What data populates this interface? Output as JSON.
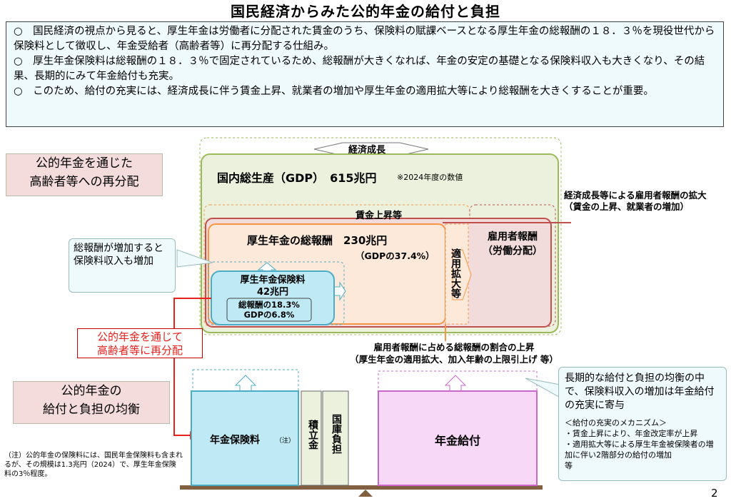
{
  "title": "国民経済からみた公的年金の給付と負担",
  "bullets": [
    "○　国民経済の視点から見ると、厚生年金は労働者に分配された賃金のうち、保険料の賦課ベースとなる厚生年金の総報酬の１８．３％を現役世代から保険料として徴収し、年金受給者（高齢者等）に再分配する仕組み。",
    "○　厚生年金保険料は総報酬の１８．３％で固定されているため、総報酬が大きくなれば、年金の安定の基礎となる保険料収入も大きくなり、その結果、長期的にみて年金給付も充実。",
    "○　このため、給付の充実には、経済成長に伴う賃金上昇、就業者の増加や厚生年金の適用拡大等により総報酬を大きくすることが重要。"
  ],
  "left_labels": {
    "redistribution": [
      "公的年金を通じた",
      "高齢者等への再分配"
    ],
    "balance": [
      "公的年金の",
      "給付と負担の均衡"
    ]
  },
  "diagram": {
    "growth_label": "経済成長",
    "gdp_label": "国内総生産（GDP）　615兆円",
    "gdp_note": "※2024年度の数値",
    "growth_expansion": [
      "経済成長等による雇用者報酬の拡大",
      "（賃金の上昇、就業者の増加）"
    ],
    "wage_rise": "賃金上昇等",
    "total_comp": "厚生年金の総報酬　230兆円",
    "total_comp_pct": "（GDPの37.4%）",
    "coverage": "適用拡大等",
    "employee_comp": [
      "雇用者報酬",
      "（労働分配）"
    ],
    "premium_title": "厚生年金保険料",
    "premium_amount": "42兆円",
    "premium_pct1": "総報酬の18.3%",
    "premium_pct2": "GDPの6.8%",
    "callout_increase": "総報酬が増加すると保険料収入も増加",
    "ratio_rise": [
      "雇用者報酬に占める総報酬の割合の上昇",
      "（厚生年金の適用拡大、加入年齢の上限引上げ 等）"
    ],
    "redistribute_red": [
      "公的年金を通じて",
      "高齢者等に再分配"
    ],
    "premium_block": "年金保険料",
    "premium_block_note": "（注）",
    "reserve": "積立金",
    "treasury": "国庫負担",
    "benefit": "年金給付",
    "callout_balance": "長期的な給付と負担の均衡の中で、保険料収入の増加は年金給付の充実に寄与",
    "mechanism_title": "＜給付の充実のメカニズム＞",
    "mechanism_items": [
      "・賃金上昇により、年金改定率が上昇",
      "・適用拡大等による厚生年金被保険者の増加に伴い2階部分の給付の増加　　　　　　等"
    ]
  },
  "footnote": "（注）公的年金の保険料には、国民年金保険料も含まれるが、その規模は1.3兆円（2024）で、厚生年金保険料の3％程度。",
  "page_number": "2",
  "colors": {
    "gdp_fill": "#ebf1dd",
    "gdp_border": "#9bbb59",
    "comp_border": "#f79646",
    "emp_border": "#c0504d",
    "premium_fill": "#bfeaf5",
    "premium_border": "#4bacc6",
    "benefit_fill": "#f7d8f7",
    "benefit_border": "#cc66cc",
    "red": "#e8211d"
  }
}
